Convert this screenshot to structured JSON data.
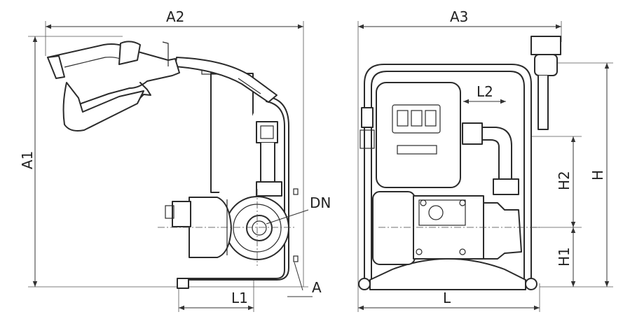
{
  "labels": {
    "a1": "A1",
    "a2": "A2",
    "a3": "A3",
    "l1": "L1",
    "l2": "L2",
    "a": "A",
    "dn": "DN",
    "l": "L",
    "h": "H",
    "h1": "H1",
    "h2": "H2"
  }
}
